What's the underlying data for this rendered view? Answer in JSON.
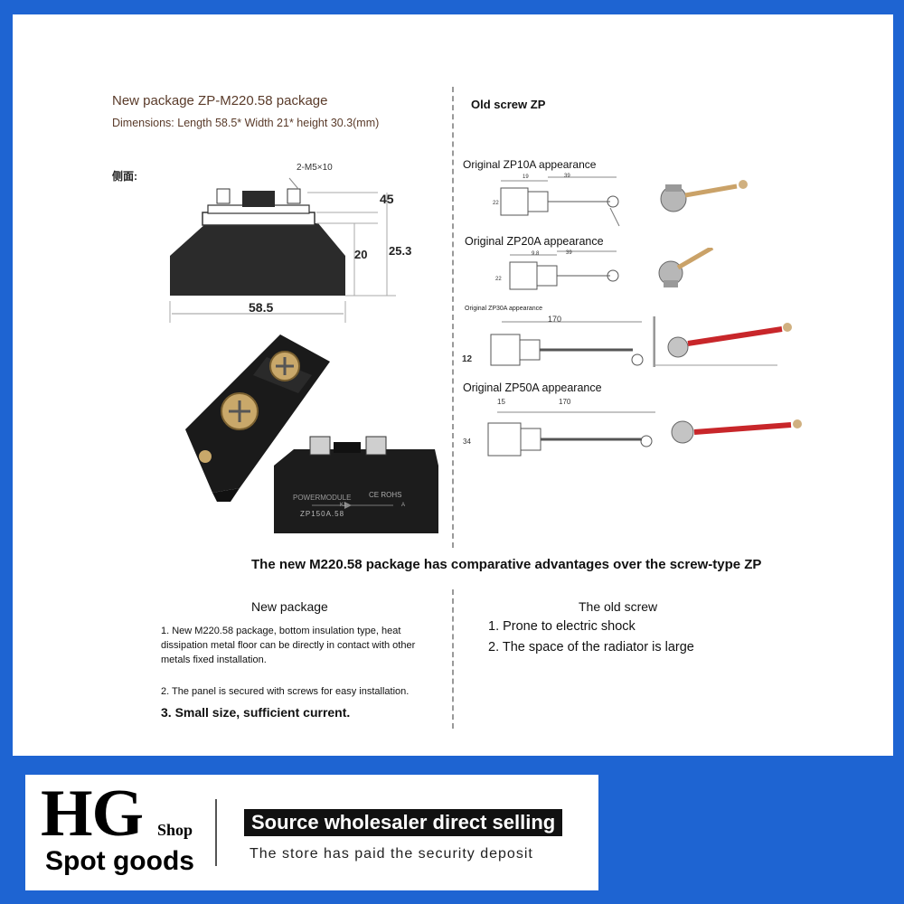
{
  "left_panel": {
    "title": "New package ZP-M220.58 package",
    "dimensions": "Dimensions: Length 58.5* Width 21* height 30.3(mm)",
    "side_label": "侧面:",
    "drawing": {
      "screw_label": "2-M5×10",
      "dim_45": "45",
      "dim_20": "20",
      "dim_253": "25.3",
      "dim_585": "58.5"
    },
    "photo": {
      "brand": "POWERMODULE",
      "model": "ZP150A.58",
      "cert": "CE ROHS",
      "k1": "K1",
      "a": "A"
    }
  },
  "right_panel": {
    "title": "Old screw ZP",
    "zp10": {
      "label": "Original ZP10A appearance",
      "d1": "19",
      "d2": "39",
      "d3": "22"
    },
    "zp20": {
      "label": "Original ZP20A appearance",
      "d1": "9.8",
      "d2": "39",
      "d3": "22"
    },
    "zp30": {
      "label": "Original ZP30A appearance",
      "d1": "170",
      "d2": "12"
    },
    "zp50": {
      "label": "Original ZP50A appearance",
      "d1": "15",
      "d2": "170",
      "d3": "34"
    }
  },
  "comparison": {
    "heading": "The new M220.58 package has comparative advantages over the screw-type ZP",
    "new_title": "New package",
    "new_items": [
      "1. New M220.58 package, bottom insulation type, heat dissipation metal floor can be directly in contact with other metals fixed installation.",
      "2. The panel is secured with screws for easy installation.",
      "3. Small size, sufficient current."
    ],
    "old_title": "The old screw",
    "old_items": [
      "1. Prone to electric shock",
      "2. The space of the radiator is large"
    ]
  },
  "banner": {
    "logo": "HG",
    "shop": "Shop",
    "spot": "Spot goods",
    "source": "Source wholesaler direct selling",
    "paid": "The store has paid the security deposit"
  },
  "colors": {
    "frame_blue": "#1e64d2",
    "title_brown": "#5a3b2a",
    "wire_red": "#c8262a"
  }
}
